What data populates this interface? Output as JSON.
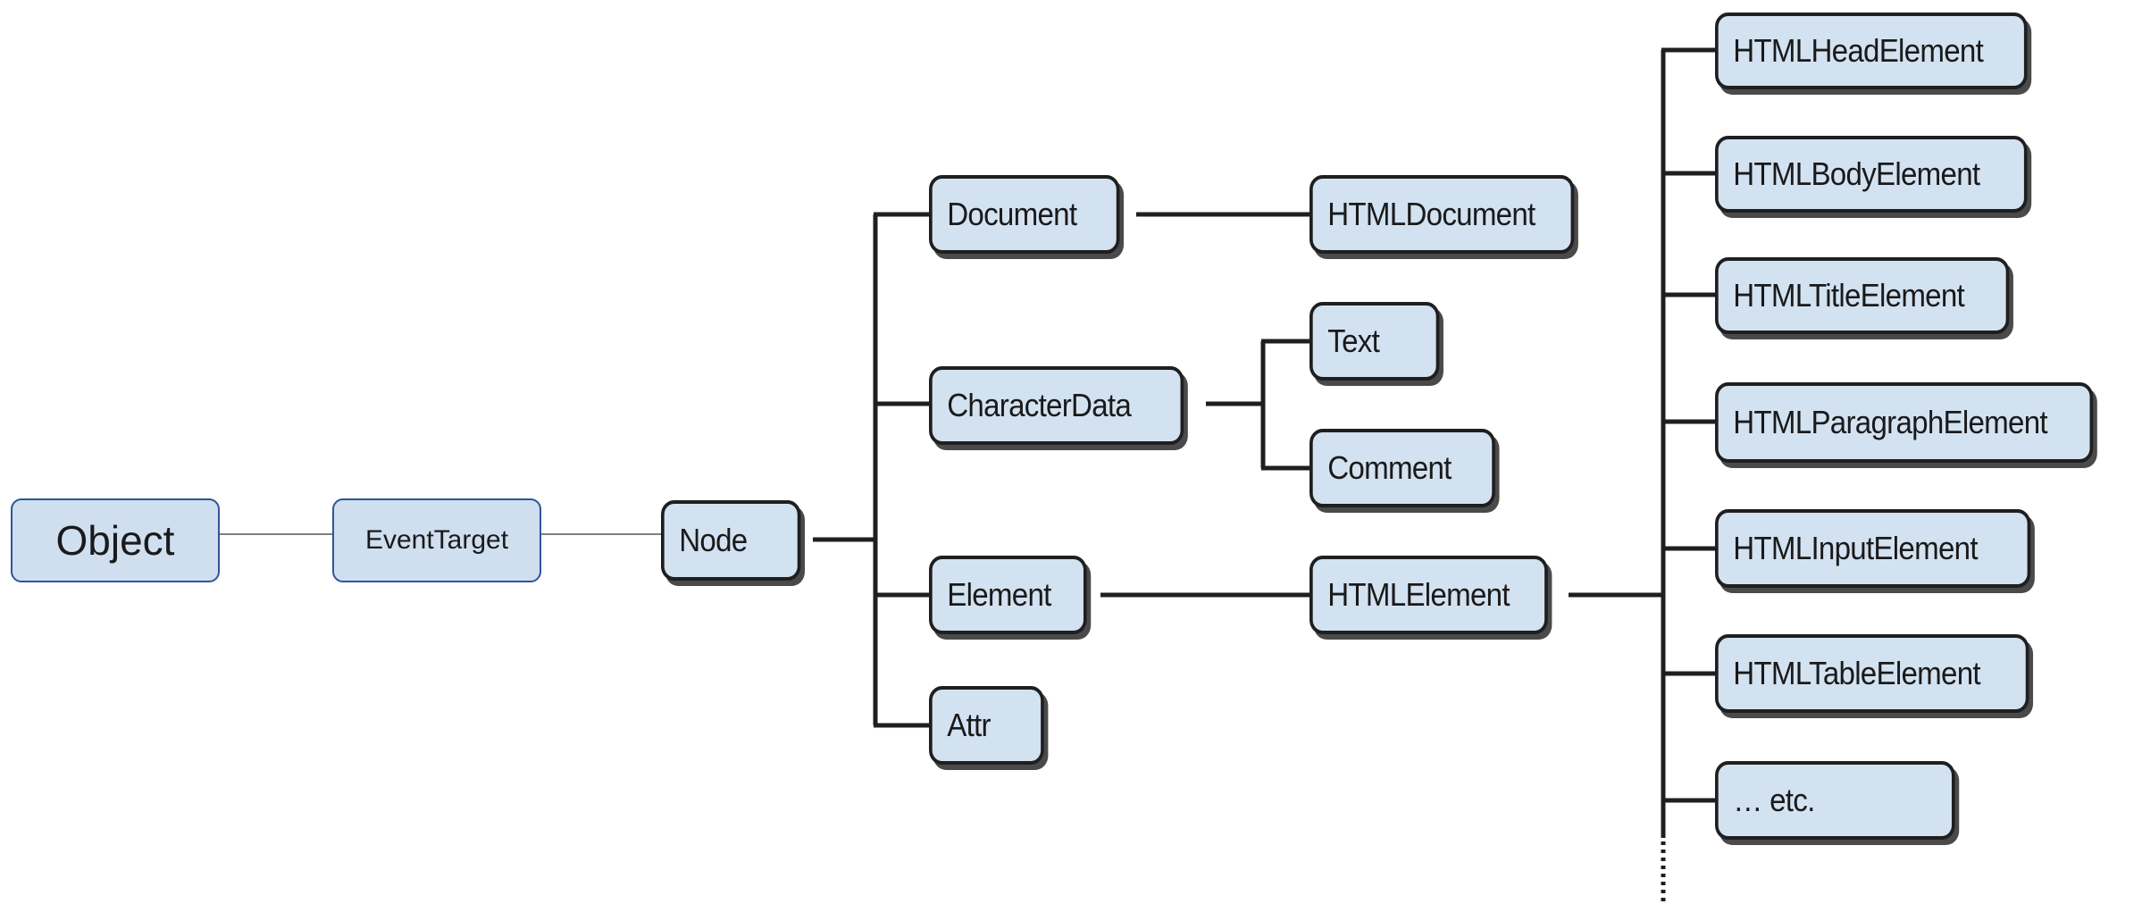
{
  "diagram": {
    "nodes": {
      "object": "Object",
      "eventtarget": "EventTarget",
      "node": "Node",
      "document": "Document",
      "characterdata": "CharacterData",
      "element": "Element",
      "attr": "Attr",
      "htmldocument": "HTMLDocument",
      "text": "Text",
      "comment": "Comment",
      "htmlelement": "HTMLElement",
      "htmlheadelement": "HTMLHeadElement",
      "htmlbodyelement": "HTMLBodyElement",
      "htmltitleelement": "HTMLTitleElement",
      "htmlparagraphelement": "HTMLParagraphElement",
      "htmlinputelement": "HTMLInputElement",
      "htmltableelement": "HTMLTableElement",
      "etc": "… etc."
    },
    "edges": [
      [
        "object",
        "eventtarget"
      ],
      [
        "eventtarget",
        "node"
      ],
      [
        "node",
        "document"
      ],
      [
        "node",
        "characterdata"
      ],
      [
        "node",
        "element"
      ],
      [
        "node",
        "attr"
      ],
      [
        "document",
        "htmldocument"
      ],
      [
        "characterdata",
        "text"
      ],
      [
        "characterdata",
        "comment"
      ],
      [
        "element",
        "htmlelement"
      ],
      [
        "htmlelement",
        "htmlheadelement"
      ],
      [
        "htmlelement",
        "htmlbodyelement"
      ],
      [
        "htmlelement",
        "htmltitleelement"
      ],
      [
        "htmlelement",
        "htmlparagraphelement"
      ],
      [
        "htmlelement",
        "htmlinputelement"
      ],
      [
        "htmlelement",
        "htmltableelement"
      ],
      [
        "htmlelement",
        "etc"
      ]
    ],
    "colors": {
      "box_fill": "#d3e2f1",
      "box_border": "#1f1f1f",
      "box_shadow": "#4a4a4a",
      "js_box_border": "#2f5597",
      "connector": "#1f1f1f",
      "connector_light": "#7f7f7f"
    }
  }
}
